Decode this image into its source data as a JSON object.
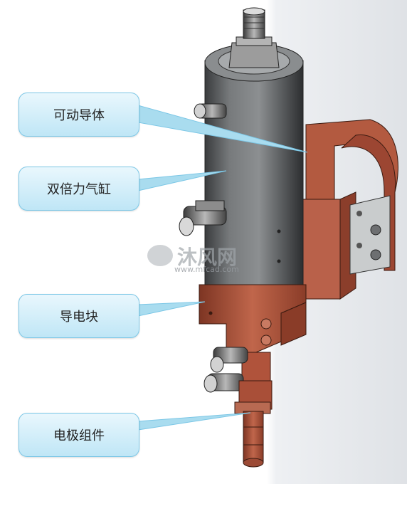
{
  "labels": {
    "movable_conductor": "可动导体",
    "double_force_cylinder": "双倍力气缸",
    "conductive_block": "导电块",
    "electrode_assembly": "电极组件"
  },
  "watermark": {
    "logo_text": "沐风网",
    "url_text": "www.mfcad.com"
  },
  "colors": {
    "callout_border": "#7cc7e6",
    "copper": "#b0533b",
    "cylinder": "#5f6264"
  }
}
